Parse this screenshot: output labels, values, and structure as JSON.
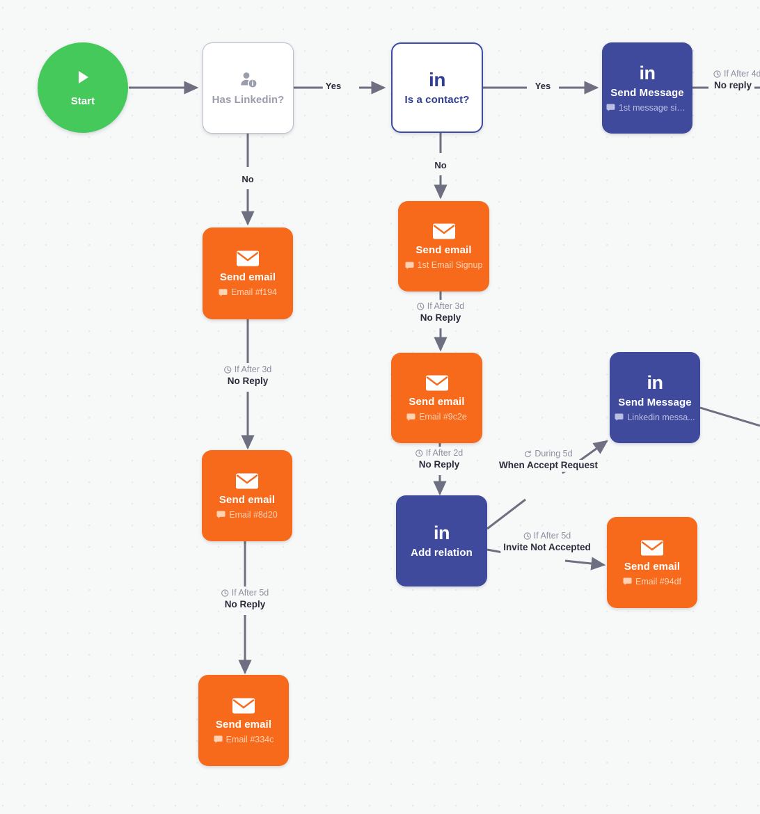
{
  "canvas": {
    "background_color": "#f7f9f9",
    "dot_color": "#e6eaea",
    "edge_color": "#6e6f80"
  },
  "palette": {
    "start_green": "#45c95a",
    "linkedin_indigo": "#3f4a9c",
    "email_orange": "#f76a1c",
    "decision_gray_text": "#9a9dab"
  },
  "nodes": {
    "start": {
      "label": "Start",
      "icon": "play-icon"
    },
    "has_linkedin": {
      "title": "Has Linkedin?",
      "icon": "person-info-icon"
    },
    "is_contact": {
      "title": "Is a contact?",
      "icon": "linkedin-icon",
      "logo_text": "in"
    },
    "send_message_top": {
      "title": "Send Message",
      "subtitle": "1st message sig...",
      "icon": "linkedin-icon",
      "logo_text": "in",
      "sub_icon": "comment-icon"
    },
    "email_f194": {
      "title": "Send email",
      "subtitle": "Email #f194",
      "icon": "envelope-icon",
      "sub_icon": "comment-icon"
    },
    "email_8d20": {
      "title": "Send email",
      "subtitle": "Email #8d20",
      "icon": "envelope-icon",
      "sub_icon": "comment-icon"
    },
    "email_334c": {
      "title": "Send email",
      "subtitle": "Email #334c",
      "icon": "envelope-icon",
      "sub_icon": "comment-icon"
    },
    "email_signup": {
      "title": "Send email",
      "subtitle": "1st Email Signup",
      "icon": "envelope-icon",
      "sub_icon": "comment-icon"
    },
    "email_9c2e": {
      "title": "Send email",
      "subtitle": "Email #9c2e",
      "icon": "envelope-icon",
      "sub_icon": "comment-icon"
    },
    "add_relation": {
      "title": "Add relation",
      "icon": "linkedin-icon",
      "logo_text": "in"
    },
    "send_message_right": {
      "title": "Send Message",
      "subtitle": "Linkedin messa...",
      "icon": "linkedin-icon",
      "logo_text": "in",
      "sub_icon": "comment-icon"
    },
    "email_94df": {
      "title": "Send email",
      "subtitle": "Email #94df",
      "icon": "envelope-icon",
      "sub_icon": "comment-icon"
    }
  },
  "edges": {
    "start_to_haslinkedin": {
      "label": ""
    },
    "haslinkedin_yes": {
      "label": "Yes"
    },
    "haslinkedin_no": {
      "label": "No"
    },
    "iscontact_yes": {
      "label": "Yes"
    },
    "iscontact_no": {
      "label": "No"
    },
    "sendmessage_top_out": {
      "condition": "If After 4d",
      "label": "No reply",
      "cond_icon": "clock-icon"
    },
    "f194_to_8d20": {
      "condition": "If After 3d",
      "label": "No Reply",
      "cond_icon": "clock-icon"
    },
    "8d20_to_334c": {
      "condition": "If After 5d",
      "label": "No Reply",
      "cond_icon": "clock-icon"
    },
    "signup_to_9c2e": {
      "condition": "If After 3d",
      "label": "No Reply",
      "cond_icon": "clock-icon"
    },
    "9c2e_to_addrelation": {
      "condition": "If After 2d",
      "label": "No Reply",
      "cond_icon": "clock-icon"
    },
    "addrelation_accept": {
      "condition": "During 5d",
      "label": "When Accept Request",
      "cond_icon": "refresh-icon"
    },
    "addrelation_not_accepted": {
      "condition": "If After 5d",
      "label": "Invite Not Accepted",
      "cond_icon": "clock-icon"
    }
  }
}
